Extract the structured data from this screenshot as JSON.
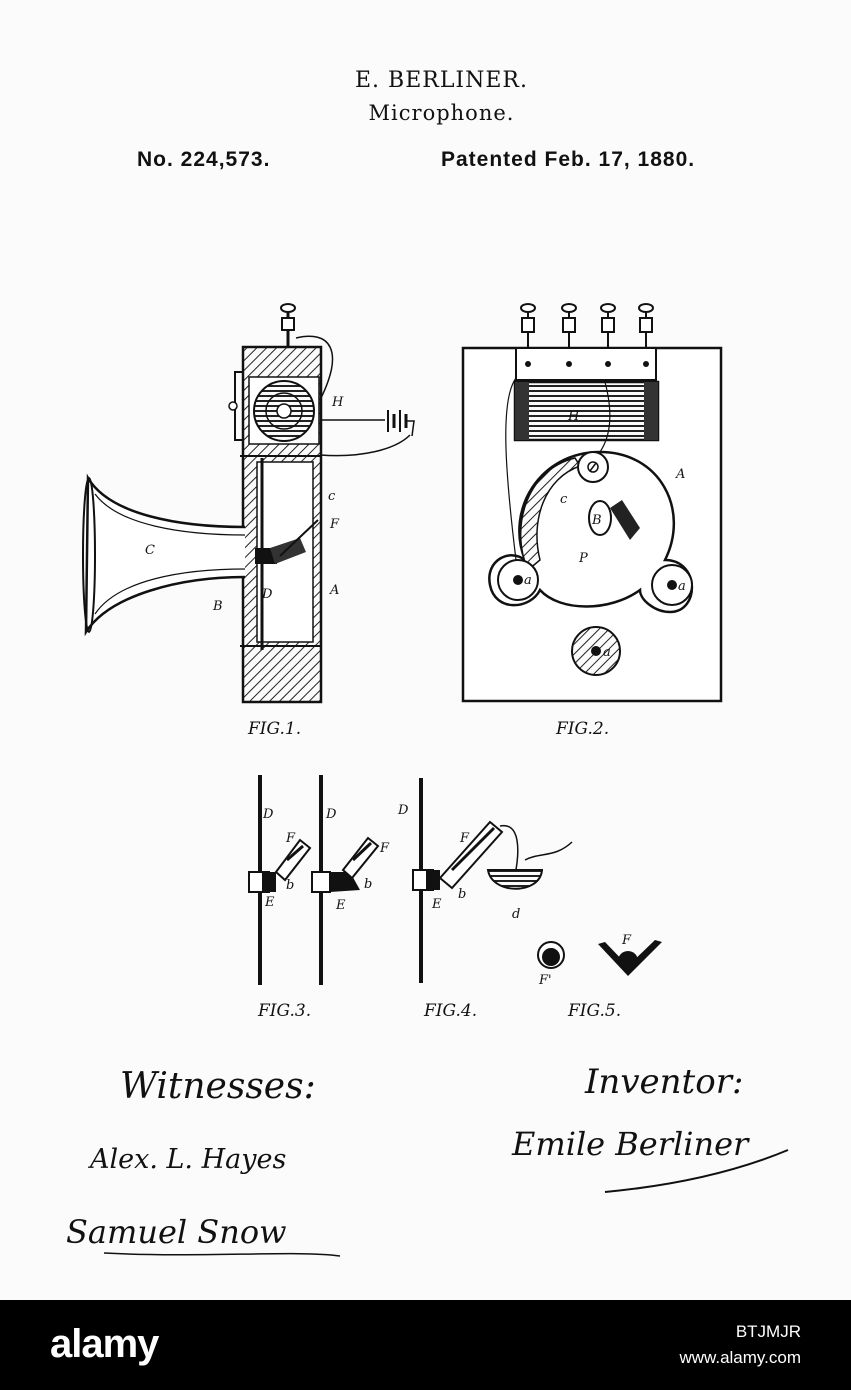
{
  "header": {
    "inventor": "E. BERLINER.",
    "title": "Microphone.",
    "patent_number": "No. 224,573.",
    "patent_date": "Patented Feb. 17, 1880."
  },
  "figures": {
    "fig1": "FIG.1.",
    "fig2": "FIG.2.",
    "fig3": "FIG.3.",
    "fig4": "FIG.4.",
    "fig5": "FIG.5."
  },
  "reference_letters": {
    "H": "H",
    "C": "C",
    "c": "c",
    "F": "F",
    "A": "A",
    "B": "B",
    "D": "D",
    "E": "E",
    "a": "a",
    "b": "b",
    "d": "d",
    "P": "P",
    "Fp": "F'"
  },
  "signatures": {
    "witnesses_heading": "Witnesses:",
    "witness_1": "Alex. L. Hayes",
    "witness_2": "Samuel Snow",
    "inventor_heading": "Inventor:",
    "inventor_signature": "Emile Berliner"
  },
  "watermark": {
    "logo": "alamy",
    "image_id": "BTJMJR",
    "url": "www.alamy.com"
  }
}
